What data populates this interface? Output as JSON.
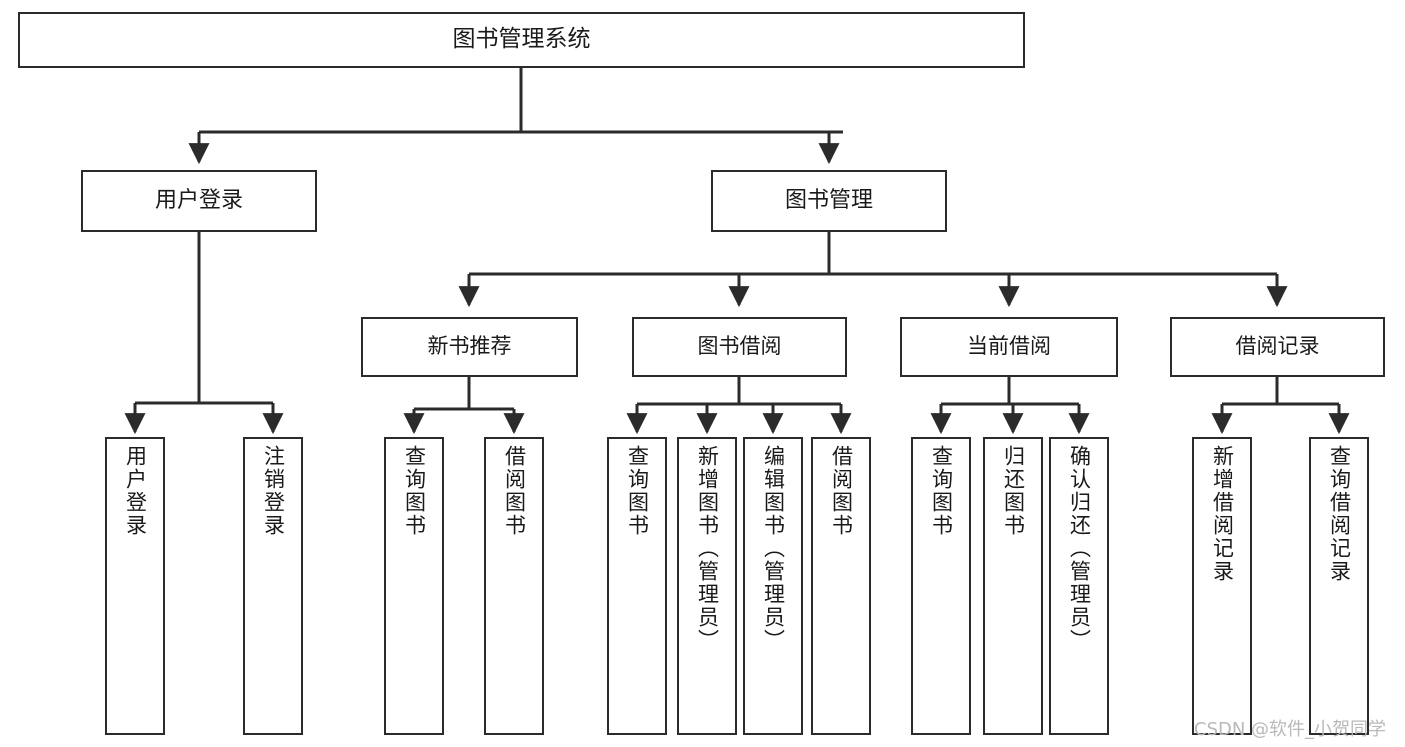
{
  "diagram": {
    "title": "图书管理系统",
    "type": "tree-hierarchy-chart",
    "orientation": "top-down",
    "watermark": "CSDN @软件_小贺同学",
    "colors": {
      "border": "#2b2b2b",
      "line": "#2b2b2b",
      "background": "#ffffff",
      "text": "#1a1a1a",
      "watermark": "#b9b9b9"
    },
    "nodes": {
      "root": {
        "label": "图书管理系统"
      },
      "level2": [
        {
          "label": "用户登录"
        },
        {
          "label": "图书管理"
        }
      ],
      "level3": [
        {
          "label": "新书推荐"
        },
        {
          "label": "图书借阅"
        },
        {
          "label": "当前借阅"
        },
        {
          "label": "借阅记录"
        }
      ],
      "leaves": {
        "user_login": [
          {
            "label": "用户登录"
          },
          {
            "label": "注销登录"
          }
        ],
        "new_book": [
          {
            "label": "查询图书"
          },
          {
            "label": "借阅图书"
          }
        ],
        "borrow_book": [
          {
            "label": "查询图书"
          },
          {
            "label": "新增图书（管理员）"
          },
          {
            "label": "编辑图书（管理员）"
          },
          {
            "label": "借阅图书"
          }
        ],
        "current_borrow": [
          {
            "label": "查询图书"
          },
          {
            "label": "归还图书"
          },
          {
            "label": "确认归还（管理员）"
          }
        ],
        "borrow_record": [
          {
            "label": "新增借阅记录"
          },
          {
            "label": "查询借阅记录"
          }
        ]
      }
    }
  }
}
